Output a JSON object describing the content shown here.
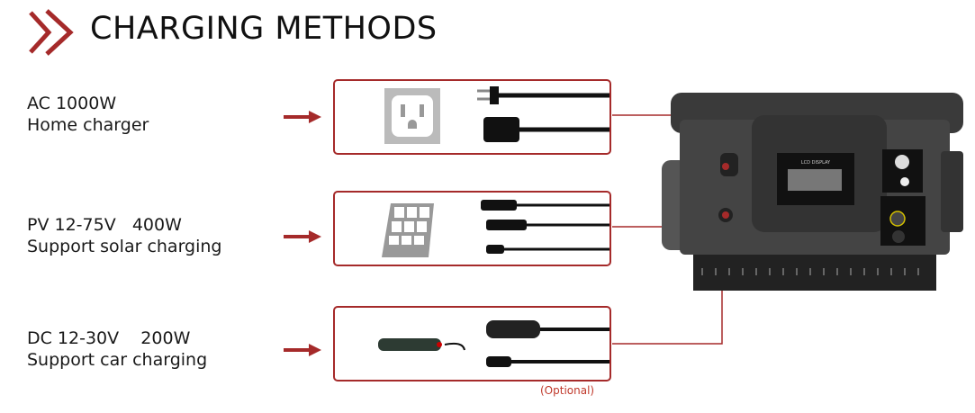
{
  "title": "CHARGING METHODS",
  "methods": [
    {
      "line1": "AC 1000W",
      "line2": "Home charger",
      "icon": "ac-outlet-and-power-cable"
    },
    {
      "line1": "PV 12-75V   400W",
      "line2": "Support solar charging",
      "icon": "solar-panel-and-mc4-cable"
    },
    {
      "line1": "DC 12-30V    200W",
      "line2": "Support car charging",
      "icon": "car-charger-cable"
    }
  ],
  "optional_note": "(Optional)",
  "device": {
    "lcd_label": "LCD DISPLAY"
  },
  "colors": {
    "accent": "#a52a2a",
    "device": "#3a3a3a"
  }
}
